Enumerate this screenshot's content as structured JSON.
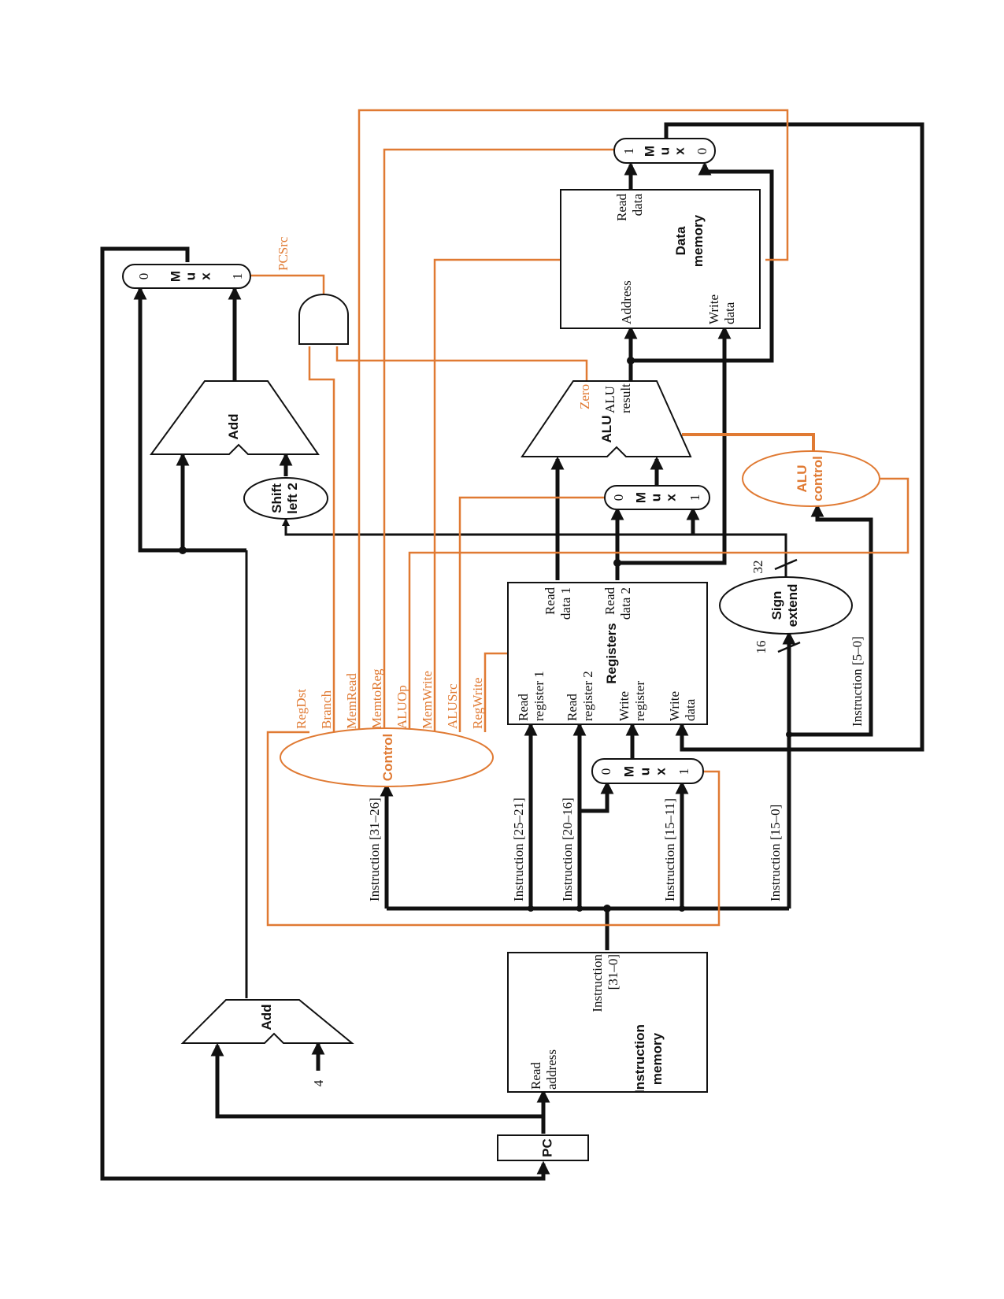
{
  "colors": {
    "control": "#e07a33",
    "datapath": "#111111"
  },
  "blocks": {
    "pc": "PC",
    "instruction_memory": {
      "title_1": "Instruction",
      "title_2": "memory",
      "read_address_1": "Read",
      "read_address_2": "address",
      "instruction_1": "Instruction",
      "instruction_2": "[31–0]"
    },
    "registers": {
      "title": "Registers",
      "rr1_1": "Read",
      "rr1_2": "register 1",
      "rr2_1": "Read",
      "rr2_2": "register 2",
      "wr_1": "Write",
      "wr_2": "register",
      "wd_1": "Write",
      "wd_2": "data",
      "rd1_1": "Read",
      "rd1_2": "data 1",
      "rd2_1": "Read",
      "rd2_2": "data 2"
    },
    "data_memory": {
      "title_1": "Data",
      "title_2": "memory",
      "address": "Address",
      "wd_1": "Write",
      "wd_2": "data",
      "rd_1": "Read",
      "rd_2": "data"
    },
    "alu": {
      "title": "ALU",
      "zero": "Zero",
      "result_1": "ALU",
      "result_2": "result"
    },
    "add_pc": "Add",
    "add_branch": "Add",
    "constant_four": "4",
    "shift_left_2": {
      "line_1": "Shift",
      "line_2": "left 2"
    },
    "sign_extend": {
      "line_1": "Sign",
      "line_2": "extend",
      "in_width": "16",
      "out_width": "32"
    },
    "alu_control": {
      "line_1": "ALU",
      "line_2": "control"
    },
    "control": "Control",
    "mux_letters": [
      "M",
      "u",
      "x"
    ],
    "mux_in0": "0",
    "mux_in1": "1"
  },
  "control_signals": [
    "RegDst",
    "Branch",
    "MemRead",
    "MemtoReg",
    "ALUOp",
    "MemWrite",
    "ALUSrc",
    "RegWrite"
  ],
  "pcsrc": "PCSrc",
  "instruction_fields": {
    "opcode": "Instruction [31–26]",
    "rs": "Instruction [25–21]",
    "rt": "Instruction [20–16]",
    "rd": "Instruction [15–11]",
    "imm": "Instruction [15–0]",
    "funct": "Instruction [5–0]"
  }
}
